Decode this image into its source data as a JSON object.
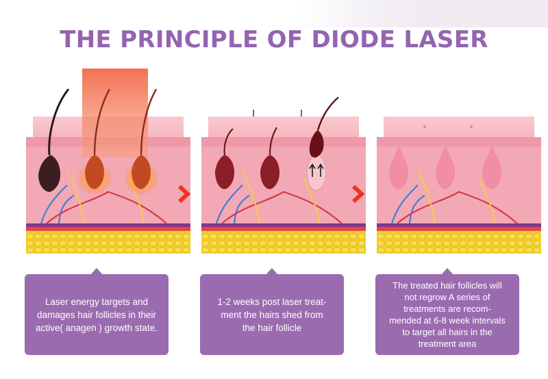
{
  "title": "THE PRINCIPLE OF DIODE LASER",
  "colors": {
    "title": "#9464b0",
    "caption_bg": "#9b6bb0",
    "arrow": "#ee3324",
    "skin": "#f2aab6",
    "fat": "#f3d12d"
  },
  "icons": [
    "chevron-right-icon",
    "laser-beam-icon"
  ],
  "steps": [
    {
      "caption": "Laser energy targets and damages hair follicles in their active( anagen ) growth state."
    },
    {
      "caption": "1-2 weeks post laser treat- ment the hairs shed from the hair follicle"
    },
    {
      "caption": "The treated hair follicles will not regrow A series of treatments are recom- mended at 6-8 week intervals to target all hairs in the treatment area"
    }
  ]
}
